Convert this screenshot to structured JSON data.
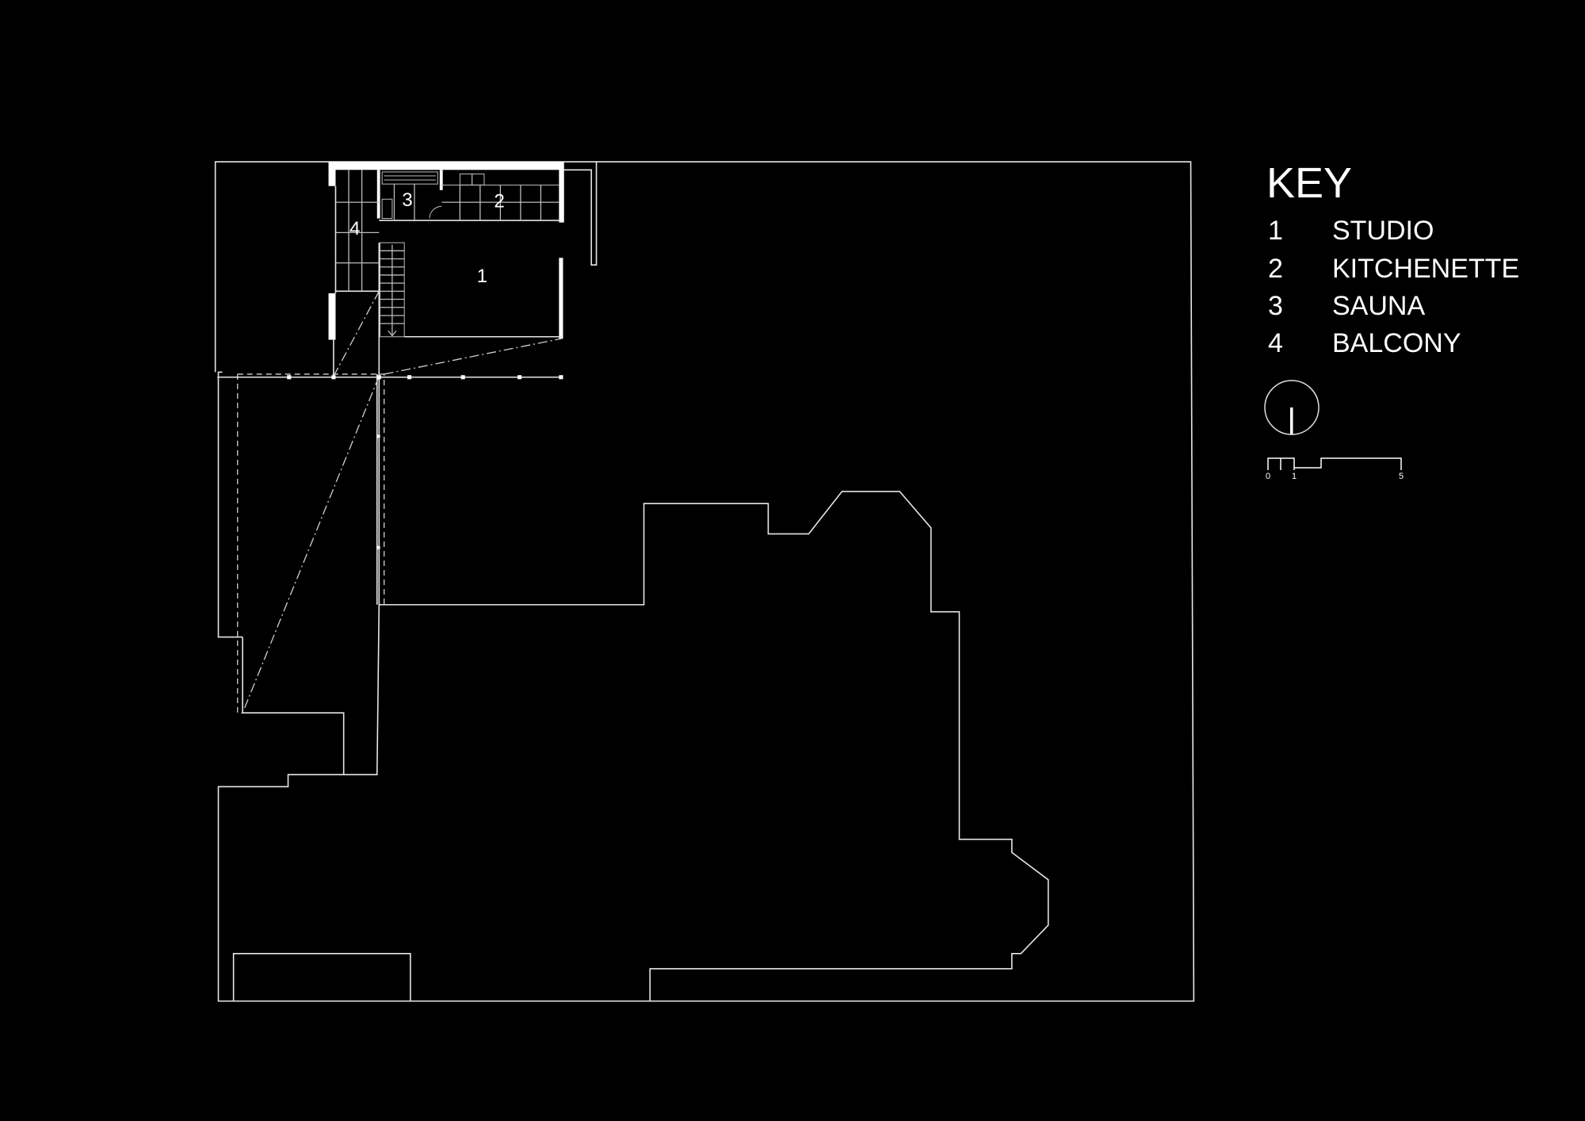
{
  "plan": {
    "room_labels": [
      {
        "number": "1"
      },
      {
        "number": "2"
      },
      {
        "number": "3"
      },
      {
        "number": "4"
      }
    ]
  },
  "key": {
    "title": "KEY",
    "items": [
      {
        "number": "1",
        "label": "STUDIO"
      },
      {
        "number": "2",
        "label": "KITCHENETTE"
      },
      {
        "number": "3",
        "label": "SAUNA"
      },
      {
        "number": "4",
        "label": "BALCONY"
      }
    ]
  },
  "north_arrow": {
    "icon": "north-arrow-icon"
  },
  "scale_bar": {
    "labels": [
      "0",
      "1",
      "5"
    ]
  },
  "colors": {
    "background": "#000000",
    "linework": "#ffffff"
  }
}
